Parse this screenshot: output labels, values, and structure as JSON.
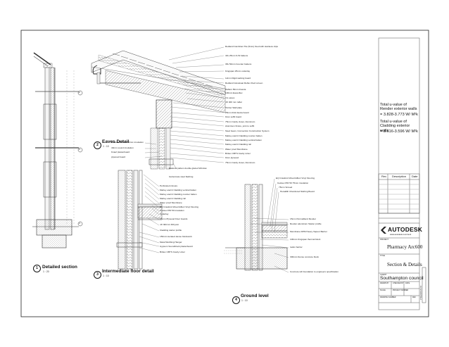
{
  "views": {
    "detailed_section": {
      "number": "1",
      "title": "Detailed section",
      "scale": "1 : 20"
    },
    "eaves_detail": {
      "number": "2",
      "title": "Eaves Detail",
      "scale": "1 : 10"
    },
    "intermediate_floor": {
      "number": "3",
      "title": "Intermediate floor detail",
      "scale": "1 : 10"
    },
    "ground_level": {
      "number": "4",
      "title": "Ground level",
      "scale": "1 : 10"
    }
  },
  "section_markers": {
    "a": "2",
    "b": "3",
    "c": "4"
  },
  "eaves_labels": [
    "Redland Cambrian Tile (5mm) fixed with stainless clips",
    "40x 25mm S.W battens",
    "38x 50mm Counter battens",
    "Kingspan 25mm underlay",
    "12mm Rigid sarking board",
    "Redland Glosskoat Reflex Roof screen",
    "Rafters 50mm Fascia",
    "100mm Eavesflex",
    "Fix eaves",
    "JJI 400 mm rafter",
    "Timber Wall plate",
    "25mm thick fascia board",
    "9mm soffit board",
    "75mm Cavity closer, Aluminum",
    "Aluminum fixture, joint to soffit",
    "Steel beam, Connection Construction System",
    "Marley eternit Cladding counter batten",
    "Marley eternit Cladding vertical batten",
    "Marley eternit Cladding rail",
    "Water proof Membrane",
    "Brittex CBTS Cavity Lintel",
    "9mm plywood",
    "75mm Cavity closer, Aluminum",
    "Rational pabum double glazed Window",
    "Guttermate steel flashing"
  ],
  "eaves_left_labels": [
    "Celotex PIR 50 150mm insulation",
    "40mm sound insulation",
    "Knauf plasterboard",
    "plywood board"
  ],
  "floor_labels": [
    "Perforated closure",
    "Marley eternit Cladding vertical batten",
    "Marley eternit Cladding counter batten",
    "Marley eternit Cladding rail",
    "Water proof Membrane",
    "EQ Crawford Wood Effect Vinyl Flooring",
    "Celotex PIR 50 insulation",
    "Underlay",
    "15mm Plywood Floor boards",
    "JJI 300 A1 300 joist",
    "Cladding starter profile",
    "150mm Aerated dense blockwork",
    "Metal Webbing Hanger",
    "Gypsum Soundblock plasterboard",
    "Brittex CBTS Cavity Lintel"
  ],
  "ground_labels": [
    "EQ Crawford Wood Effect Vinyl Flooring",
    "Celotex PIR 50 75mm insulation",
    "75mm Screed",
    "Heraklith Chamfered Skirting Board",
    "15mm PermaRend Render",
    "Render aluminium Starter profile",
    "Membrane DPM Heavy Vapour Barrier",
    "100mm Kingspan thermal block",
    "radon barrier",
    "300mm Dense concrete block",
    "Concrete raft foundation to engineers specification"
  ],
  "u_values": {
    "render_title": "Total u-value of Render exterior walls",
    "render_value": "= 3.828-3.773 W/ M²k",
    "cladding_title": "Total u-value of Cladding exterior walls",
    "cladding_value": "= 3.616-3.596 W/ M²k"
  },
  "title_block": {
    "rev_headers": [
      "Rev",
      "Description",
      "Date"
    ],
    "brand": "AUTODESK",
    "brand_sub": "www.autodesk.com/revit",
    "project_label": "PROJECT",
    "project": "Pharmacy Arc600",
    "title_label": "TITLE",
    "sheet_title": "Section & Details",
    "client_label": "CLIENT",
    "client": "Southampton council",
    "drawn_label": "DRAWN BY",
    "checked_label": "CHECKED BY",
    "date_label": "DATE",
    "scale_label": "SCALE",
    "number_label": "PROJECT NUMBER",
    "drawing_label": "DRAWING NUMBER",
    "rev_label": "REV",
    "side_code": "C:\\Users\\A-01-01"
  }
}
